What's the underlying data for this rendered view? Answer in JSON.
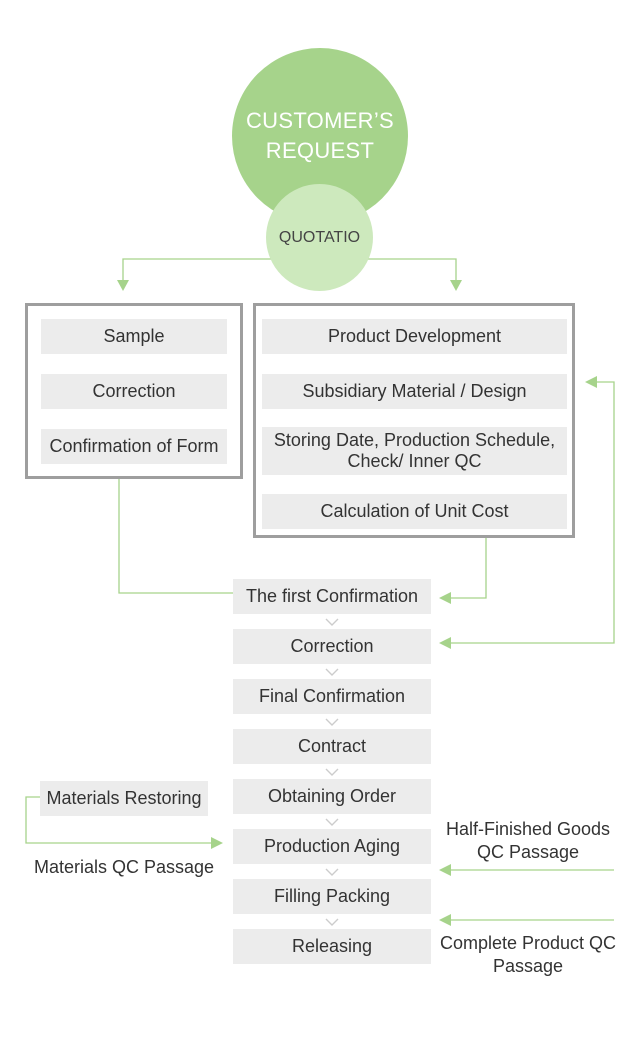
{
  "start": {
    "title": "CUSTOMER’S REQUEST"
  },
  "quotation": {
    "label": "QUOTATIO"
  },
  "left_group": [
    "Sample",
    "Correction",
    "Confirmation of Form"
  ],
  "right_group": [
    "Product Development",
    "Subsidiary Material / Design",
    "Storing Date, Production Schedule, Check/ Inner QC",
    "Calculation of Unit Cost"
  ],
  "main_flow": [
    "The first Confirmation",
    "Correction",
    "Final Confirmation",
    "Contract",
    "Obtaining Order",
    "Production Aging",
    "Filling Packing",
    "Releasing"
  ],
  "side": {
    "materials_restoring": "Materials Restoring",
    "materials_qc": "Materials QC Passage",
    "half_finished_qc": "Half-Finished Goods QC Passage",
    "complete_qc": "Complete Product QC Passage"
  },
  "colors": {
    "accent_green": "#a6d38b",
    "light_green": "#cde9bd",
    "box_fill": "#ececec",
    "border_gray": "#9e9e9e",
    "chevron_gray": "#cccccc"
  }
}
